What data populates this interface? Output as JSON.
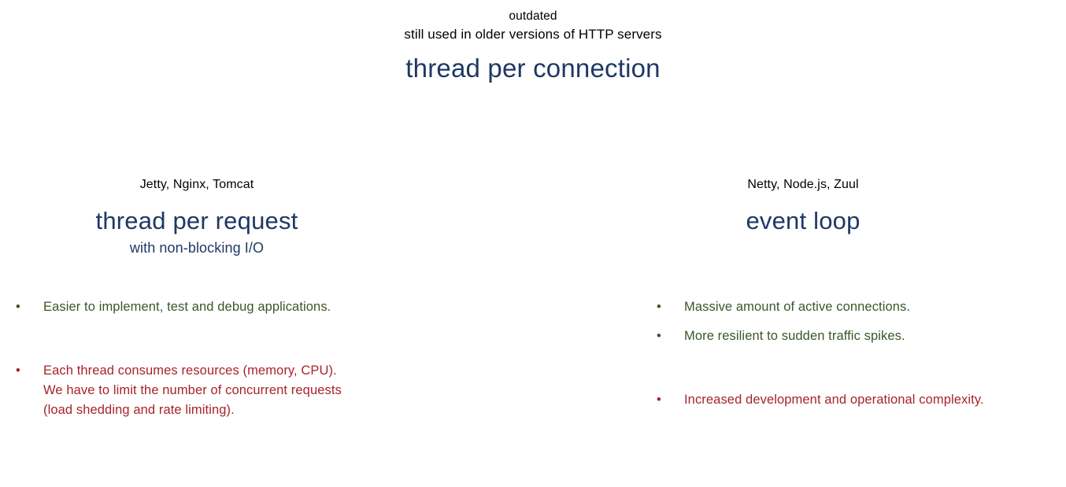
{
  "slide": {
    "background": "#ffffff",
    "colors": {
      "navy": "#1F3864",
      "green": "#3A5727",
      "red": "#A8232B",
      "black": "#000000"
    }
  },
  "header": {
    "note_line_1": "outdated",
    "note_line_2": "still used in older versions of HTTP servers",
    "title": "thread per connection"
  },
  "columns": [
    {
      "vendors": "Jetty, Nginx, Tomcat",
      "title": "thread per request",
      "subtitle": "with non-blocking I/O",
      "pros": [
        "Easier to implement, test and debug applications."
      ],
      "cons": [
        "Each thread consumes resources (memory, CPU).\nWe have to limit the number of concurrent requests\n(load shedding and rate limiting)."
      ]
    },
    {
      "vendors": "Netty, Node.js, Zuul",
      "title": "event loop",
      "subtitle": "",
      "pros": [
        "Massive amount of active connections.",
        "More resilient to sudden traffic spikes."
      ],
      "cons": [
        "Increased development and operational complexity."
      ]
    }
  ]
}
